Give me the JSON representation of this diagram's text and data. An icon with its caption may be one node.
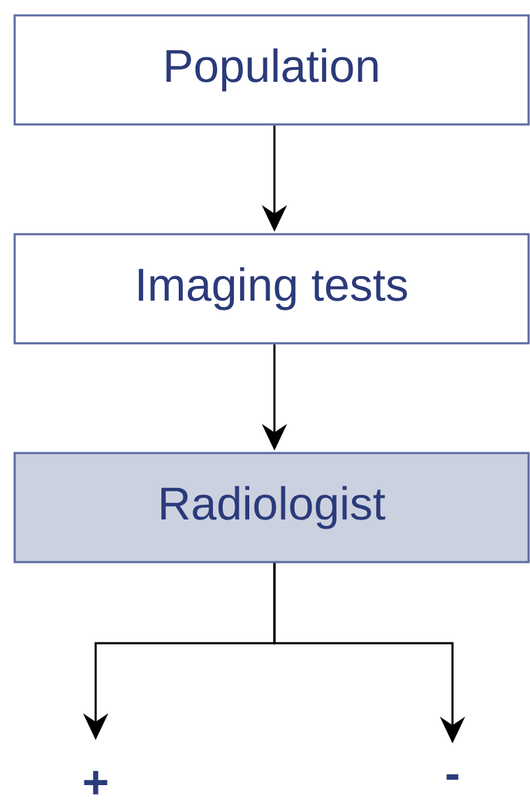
{
  "diagram": {
    "nodes": [
      {
        "text": [
          "Population"
        ]
      },
      {
        "text": [
          "Imaging tests"
        ]
      },
      {
        "text": [
          "Radiologist"
        ]
      },
      {
        "text": [
          "+"
        ]
      },
      {
        "text": [
          "-"
        ]
      }
    ],
    "edges": [
      {
        "from": 0,
        "to": 1,
        "arrow": "to"
      },
      {
        "from": 1,
        "to": 2,
        "arrow": "to"
      },
      {
        "from": 2,
        "to": 3,
        "arrow": "to"
      },
      {
        "from": 2,
        "to": 4,
        "arrow": "to"
      }
    ]
  }
}
